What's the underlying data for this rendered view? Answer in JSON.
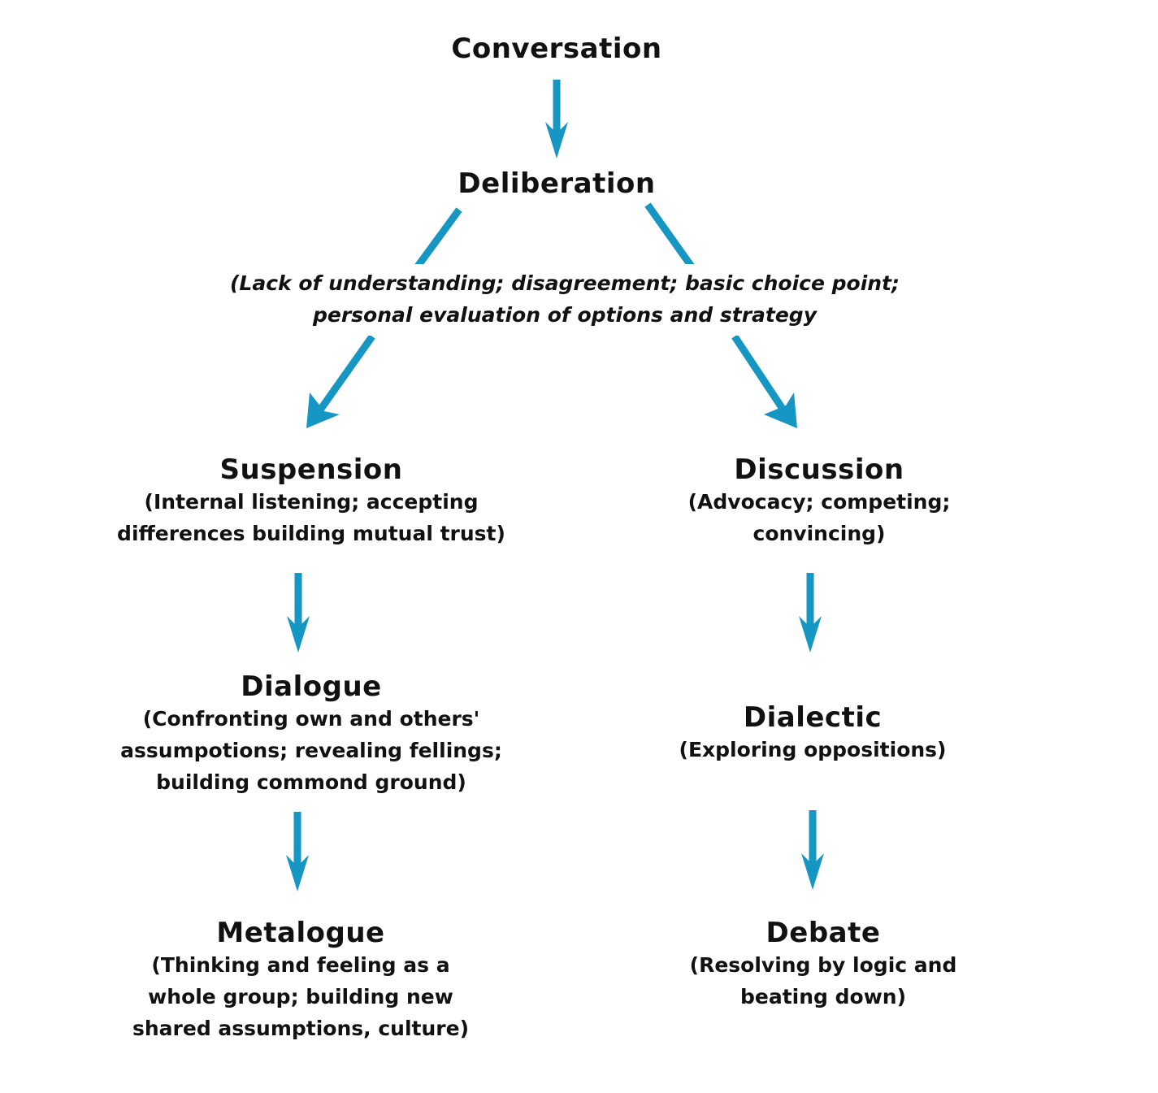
{
  "colors": {
    "arrow": "#1696c3",
    "text": "#111111",
    "background": "#ffffff"
  },
  "nodes": {
    "conversation": {
      "title": "Conversation"
    },
    "deliberation": {
      "title": "Deliberation"
    },
    "choice_note": {
      "text": "(Lack of understanding; disagreement; basic choice point;\npersonal evaluation of options and strategy"
    },
    "suspension": {
      "title": "Suspension",
      "desc": "(Internal listening; accepting\ndifferences building mutual trust)"
    },
    "discussion": {
      "title": "Discussion",
      "desc": "(Advocacy; competing;\nconvincing)"
    },
    "dialogue": {
      "title": "Dialogue",
      "desc": "(Confronting own and others'\nassumpotions; revealing fellings;\nbuilding commond ground)"
    },
    "dialectic": {
      "title": "Dialectic",
      "desc": "(Exploring oppositions)"
    },
    "metalogue": {
      "title": "Metalogue",
      "desc": "(Thinking and feeling as a\nwhole group; building new\nshared assumptions, culture)"
    },
    "debate": {
      "title": "Debate",
      "desc": "(Resolving by logic and\nbeating down)"
    }
  },
  "edges": [
    {
      "from": "Conversation",
      "to": "Deliberation"
    },
    {
      "from": "Deliberation",
      "to": "Suspension"
    },
    {
      "from": "Deliberation",
      "to": "Discussion"
    },
    {
      "from": "Suspension",
      "to": "Dialogue"
    },
    {
      "from": "Dialogue",
      "to": "Metalogue"
    },
    {
      "from": "Discussion",
      "to": "Dialectic"
    },
    {
      "from": "Dialectic",
      "to": "Debate"
    }
  ]
}
